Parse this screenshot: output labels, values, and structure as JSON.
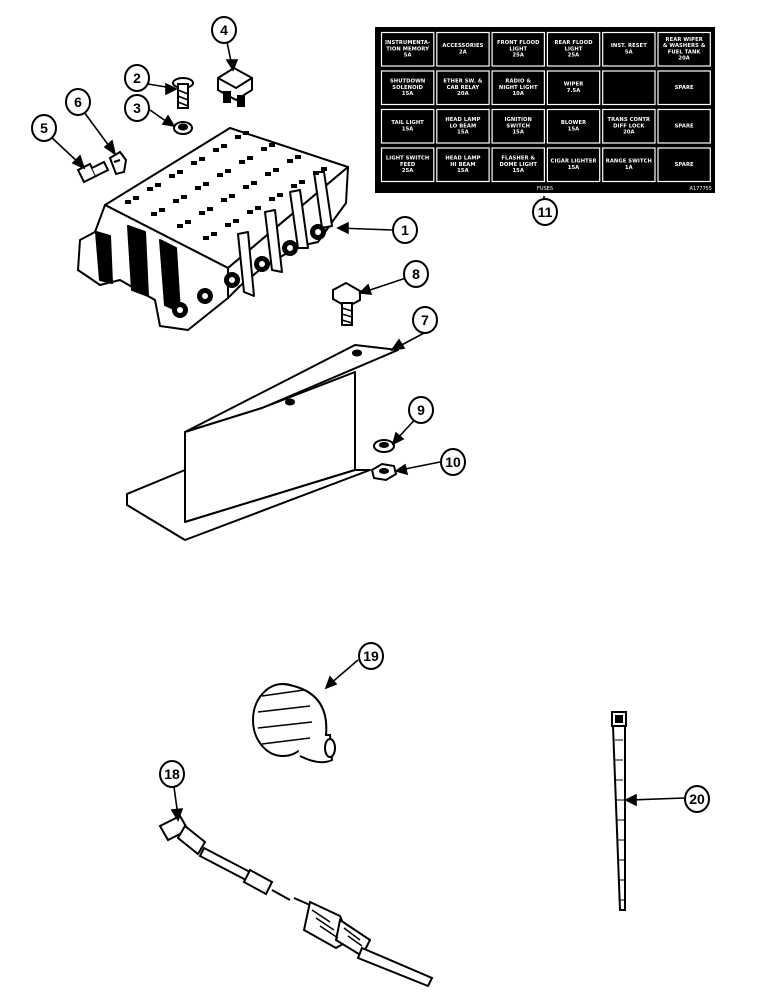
{
  "fuse_panel": {
    "footer_title": "FUSES",
    "figure_code": "A177755",
    "cells": [
      [
        "INSTRUMENTA-",
        "TION MEMORY",
        "5A"
      ],
      [
        "ACCESSORIES",
        "2A"
      ],
      [
        "FRONT FLOOD",
        "LIGHT",
        "25A"
      ],
      [
        "REAR FLOOD",
        "LIGHT",
        "25A"
      ],
      [
        "INST. RESET",
        "5A"
      ],
      [
        "REAR WIPER",
        "& WASHERS &",
        "FUEL TANK",
        "20A"
      ],
      [
        "SHUTDOWN",
        "SOLENOID",
        "15A"
      ],
      [
        "ETHER SW. &",
        "CAB RELAY",
        "20A"
      ],
      [
        "RADIO &",
        "NIGHT LIGHT",
        "10A"
      ],
      [
        "WIPER",
        "7.5A"
      ],
      [],
      [
        "SPARE"
      ],
      [
        "TAIL LIGHT",
        "15A"
      ],
      [
        "HEAD LAMP",
        "LO BEAM",
        "15A"
      ],
      [
        "IGNITION",
        "SWITCH",
        "15A"
      ],
      [
        "BLOWER",
        "15A"
      ],
      [
        "TRANS CONTR",
        "DIFF LOCK",
        "20A"
      ],
      [
        "SPARE"
      ],
      [
        "LIGHT SWITCH",
        "FEED",
        "25A"
      ],
      [
        "HEAD LAMP",
        "HI BEAM",
        "15A"
      ],
      [
        "FLASHER &",
        "DOME LIGHT",
        "15A"
      ],
      [
        "CIGAR LIGHTER",
        "15A"
      ],
      [
        "RANGE SWITCH",
        "1A"
      ],
      [
        "SPARE"
      ]
    ]
  },
  "callouts": [
    {
      "label": "1"
    },
    {
      "label": "2"
    },
    {
      "label": "3"
    },
    {
      "label": "4"
    },
    {
      "label": "5"
    },
    {
      "label": "6"
    },
    {
      "label": "7"
    },
    {
      "label": "8"
    },
    {
      "label": "9"
    },
    {
      "label": "10"
    },
    {
      "label": "11"
    },
    {
      "label": "18"
    },
    {
      "label": "19"
    },
    {
      "label": "20"
    }
  ]
}
